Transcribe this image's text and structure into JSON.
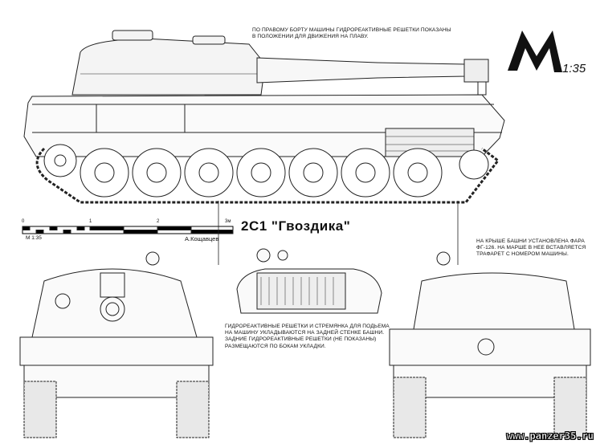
{
  "title": "2С1 \"Гвоздика\"",
  "logo": {
    "letter": "M",
    "scale": "1:35"
  },
  "scale_bar": {
    "ticks": [
      "0",
      "1",
      "2",
      "3м"
    ],
    "scale_label": "М 1:35",
    "author": "А.Кощавцев"
  },
  "notes": {
    "side_view": [
      "ПО ПРАВОМУ БОРТУ МАШИНЫ ГИДРОРЕАКТИВНЫЕ РЕШЕТКИ ПОКАЗАНЫ",
      "В ПОЛОЖЕНИИ ДЛЯ ДВИЖЕНИЯ НА ПЛАВУ."
    ],
    "top_view": [
      "ГИДРОРЕАКТИВНЫЕ РЕШЕТКИ И СТРЕМЯНКА ДЛЯ ПОДЬЕМА",
      "НА МАШИНУ УКЛАДЫВАЮТСЯ НА ЗАДНЕЙ СТЕНКЕ БАШНИ.",
      "ЗАДНИЕ ГИДРОРЕАКТИВНЫЕ РЕШЕТКИ (НЕ ПОКАЗАНЫ)",
      "РАЗМЕЩАЮТСЯ ПО БОКАМ УКЛАДКИ."
    ],
    "rear_view": [
      "НА КРЫШЕ БАШНИ УСТАНОВЛЕНА ФАРА",
      "ФГ-126. НА МАРШЕ В НЕЕ ВСТАВЛЯЕТСЯ",
      "ТРАФАРЕТ С НОМЕРОМ МАШИНЫ."
    ]
  },
  "website": "www.panzer35.ru"
}
